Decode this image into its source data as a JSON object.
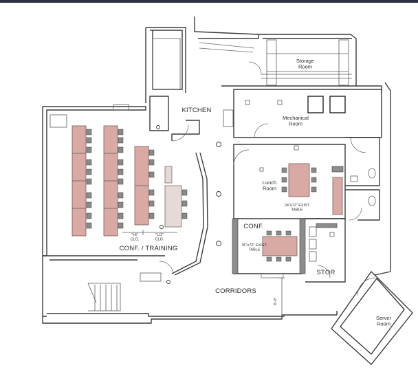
{
  "header_band_color": "#2d2f44",
  "rooms": {
    "storage": "Storage\nRoom",
    "kitchen": "KITCHEN",
    "mechanical": "Mechanical\nRoom",
    "lunch": "Lunch\nRoom",
    "lunch_table": "24\"x72\" EXIST\nTABLE",
    "conf_small": "CONF.",
    "conf_table": "36\"x72\" EXIST.\nTABLE",
    "conf_training": "CONF. / TRAINING",
    "hi_clg": "\"HI\"\nCLG.",
    "lo_clg": "\"LO\"\nCLG.",
    "stor": "STOR",
    "corridors": "CORRIDORS",
    "dimension": "6'-0\"",
    "server": "Server\nRoom"
  },
  "colors": {
    "table_fill": "#d8aaa3",
    "wall_stroke": "#3a3a3a",
    "wall_hatch": "#8c8c8c"
  }
}
